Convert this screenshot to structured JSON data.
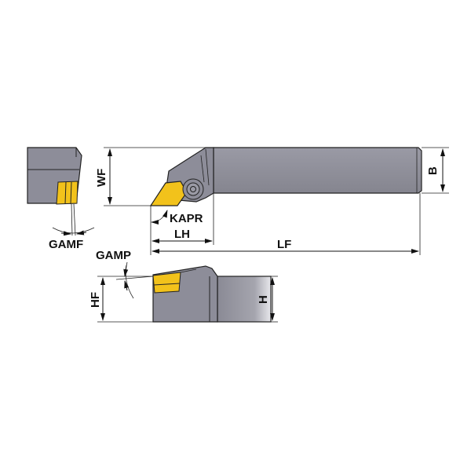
{
  "labels": {
    "wf": "WF",
    "b": "B",
    "kapr": "KAPR",
    "lh": "LH",
    "lf": "LF",
    "gamf": "GAMF",
    "gamp": "GAMP",
    "hf": "HF",
    "h": "H"
  },
  "colors": {
    "body": "#8d8d99",
    "body_light": "#a3a3ad",
    "insert": "#f2c21b",
    "outline": "#222222"
  }
}
